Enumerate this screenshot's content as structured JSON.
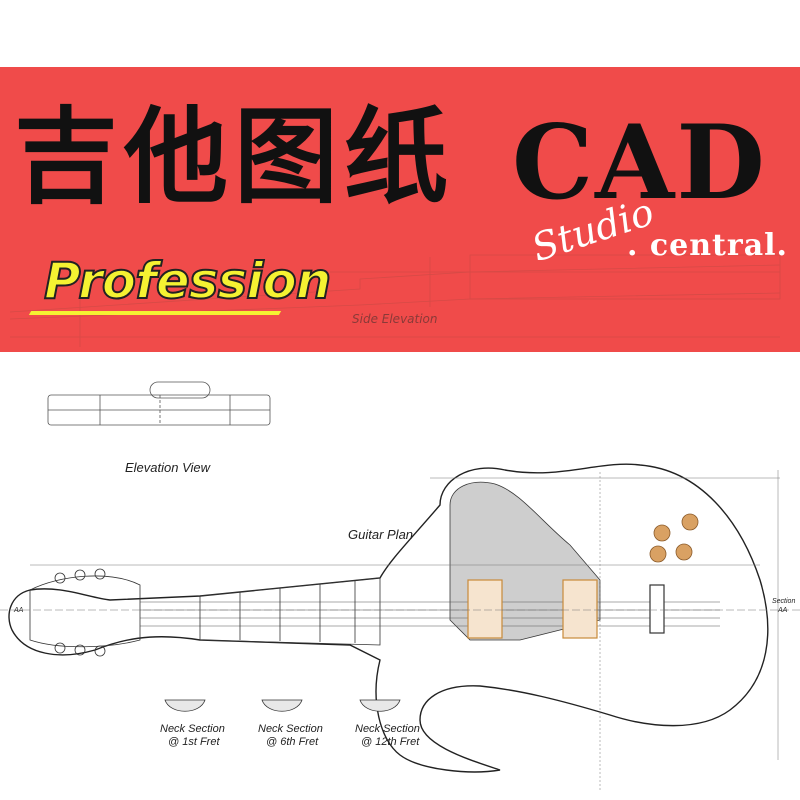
{
  "banner": {
    "title_cn": "吉他图纸",
    "title_cad": "CAD",
    "studio": "Studio",
    "central": ". central.",
    "profession": "Profession",
    "side_elevation": "Side Elevation"
  },
  "drawing": {
    "elevation_view": "Elevation View",
    "guitar_plan": "Guitar Plan",
    "neck_sections": [
      {
        "title": "Neck Section",
        "fret": "@ 1st Fret"
      },
      {
        "title": "Neck Section",
        "fret": "@ 6th Fret"
      },
      {
        "title": "Neck Section",
        "fret": "@ 12th Fret"
      }
    ],
    "section_label": "Section",
    "section_marker": "AA"
  },
  "colors": {
    "banner_red": "#f04b4a",
    "profession_yellow": "#f5f232",
    "pickguard_gray": "#c9c9c9",
    "pickup_orange": "#c98a3a",
    "knob_orange": "#d9a163"
  }
}
